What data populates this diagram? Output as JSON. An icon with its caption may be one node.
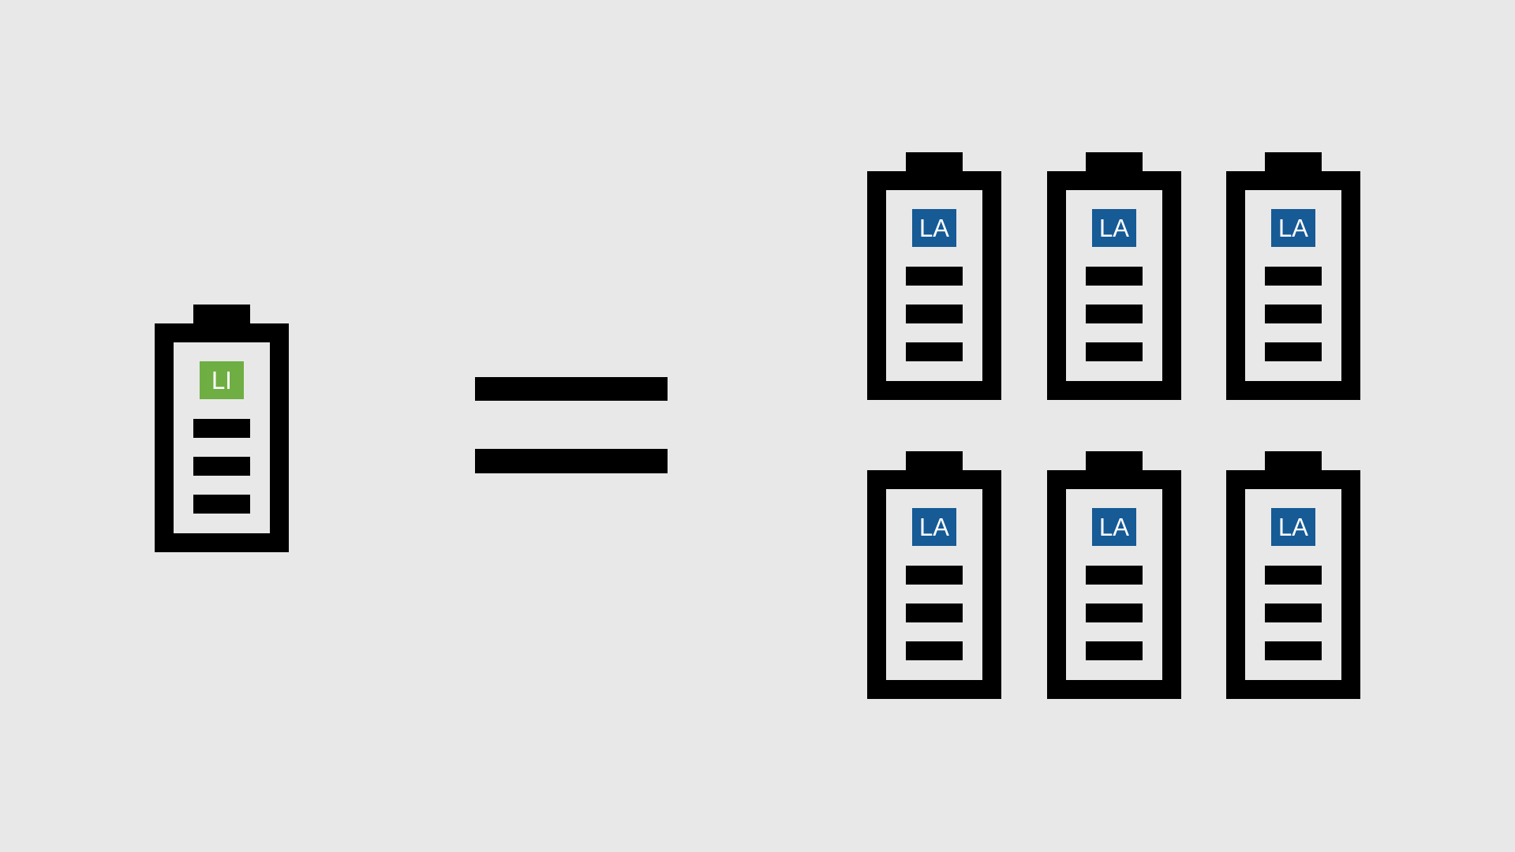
{
  "diagram": {
    "nodes": [
      {
        "text": [
          "LI"
        ]
      },
      {
        "text": [
          "LA"
        ]
      },
      {
        "text": [
          "LA"
        ]
      },
      {
        "text": [
          "LA"
        ]
      },
      {
        "text": [
          "LA"
        ]
      },
      {
        "text": [
          "LA"
        ]
      },
      {
        "text": [
          "LA"
        ]
      }
    ]
  }
}
